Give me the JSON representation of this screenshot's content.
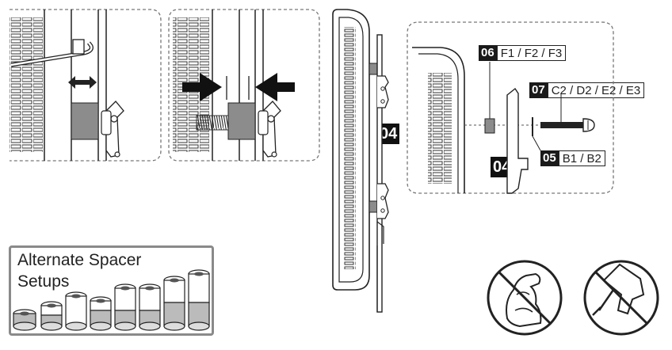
{
  "labels": {
    "mount_tag_center": "04",
    "mount_tag_detail": "04",
    "label_06_code": "06",
    "label_06_parts": "F1 / F2 / F3",
    "label_07_code": "07",
    "label_07_parts": "C2 / D2 / E2 / E3",
    "label_05_code": "05",
    "label_05_parts": "B1 / B2"
  },
  "alternate_spacers": {
    "title": "Alternate Spacer Setups"
  },
  "warnings": {
    "icons": [
      "no-excessive-force-icon",
      "no-power-drill-icon"
    ]
  },
  "colors": {
    "line": "#222222",
    "spacer_gray": "#8c8c8c",
    "dashed_border": "#777777",
    "label_dark": "#1a1a1a"
  }
}
